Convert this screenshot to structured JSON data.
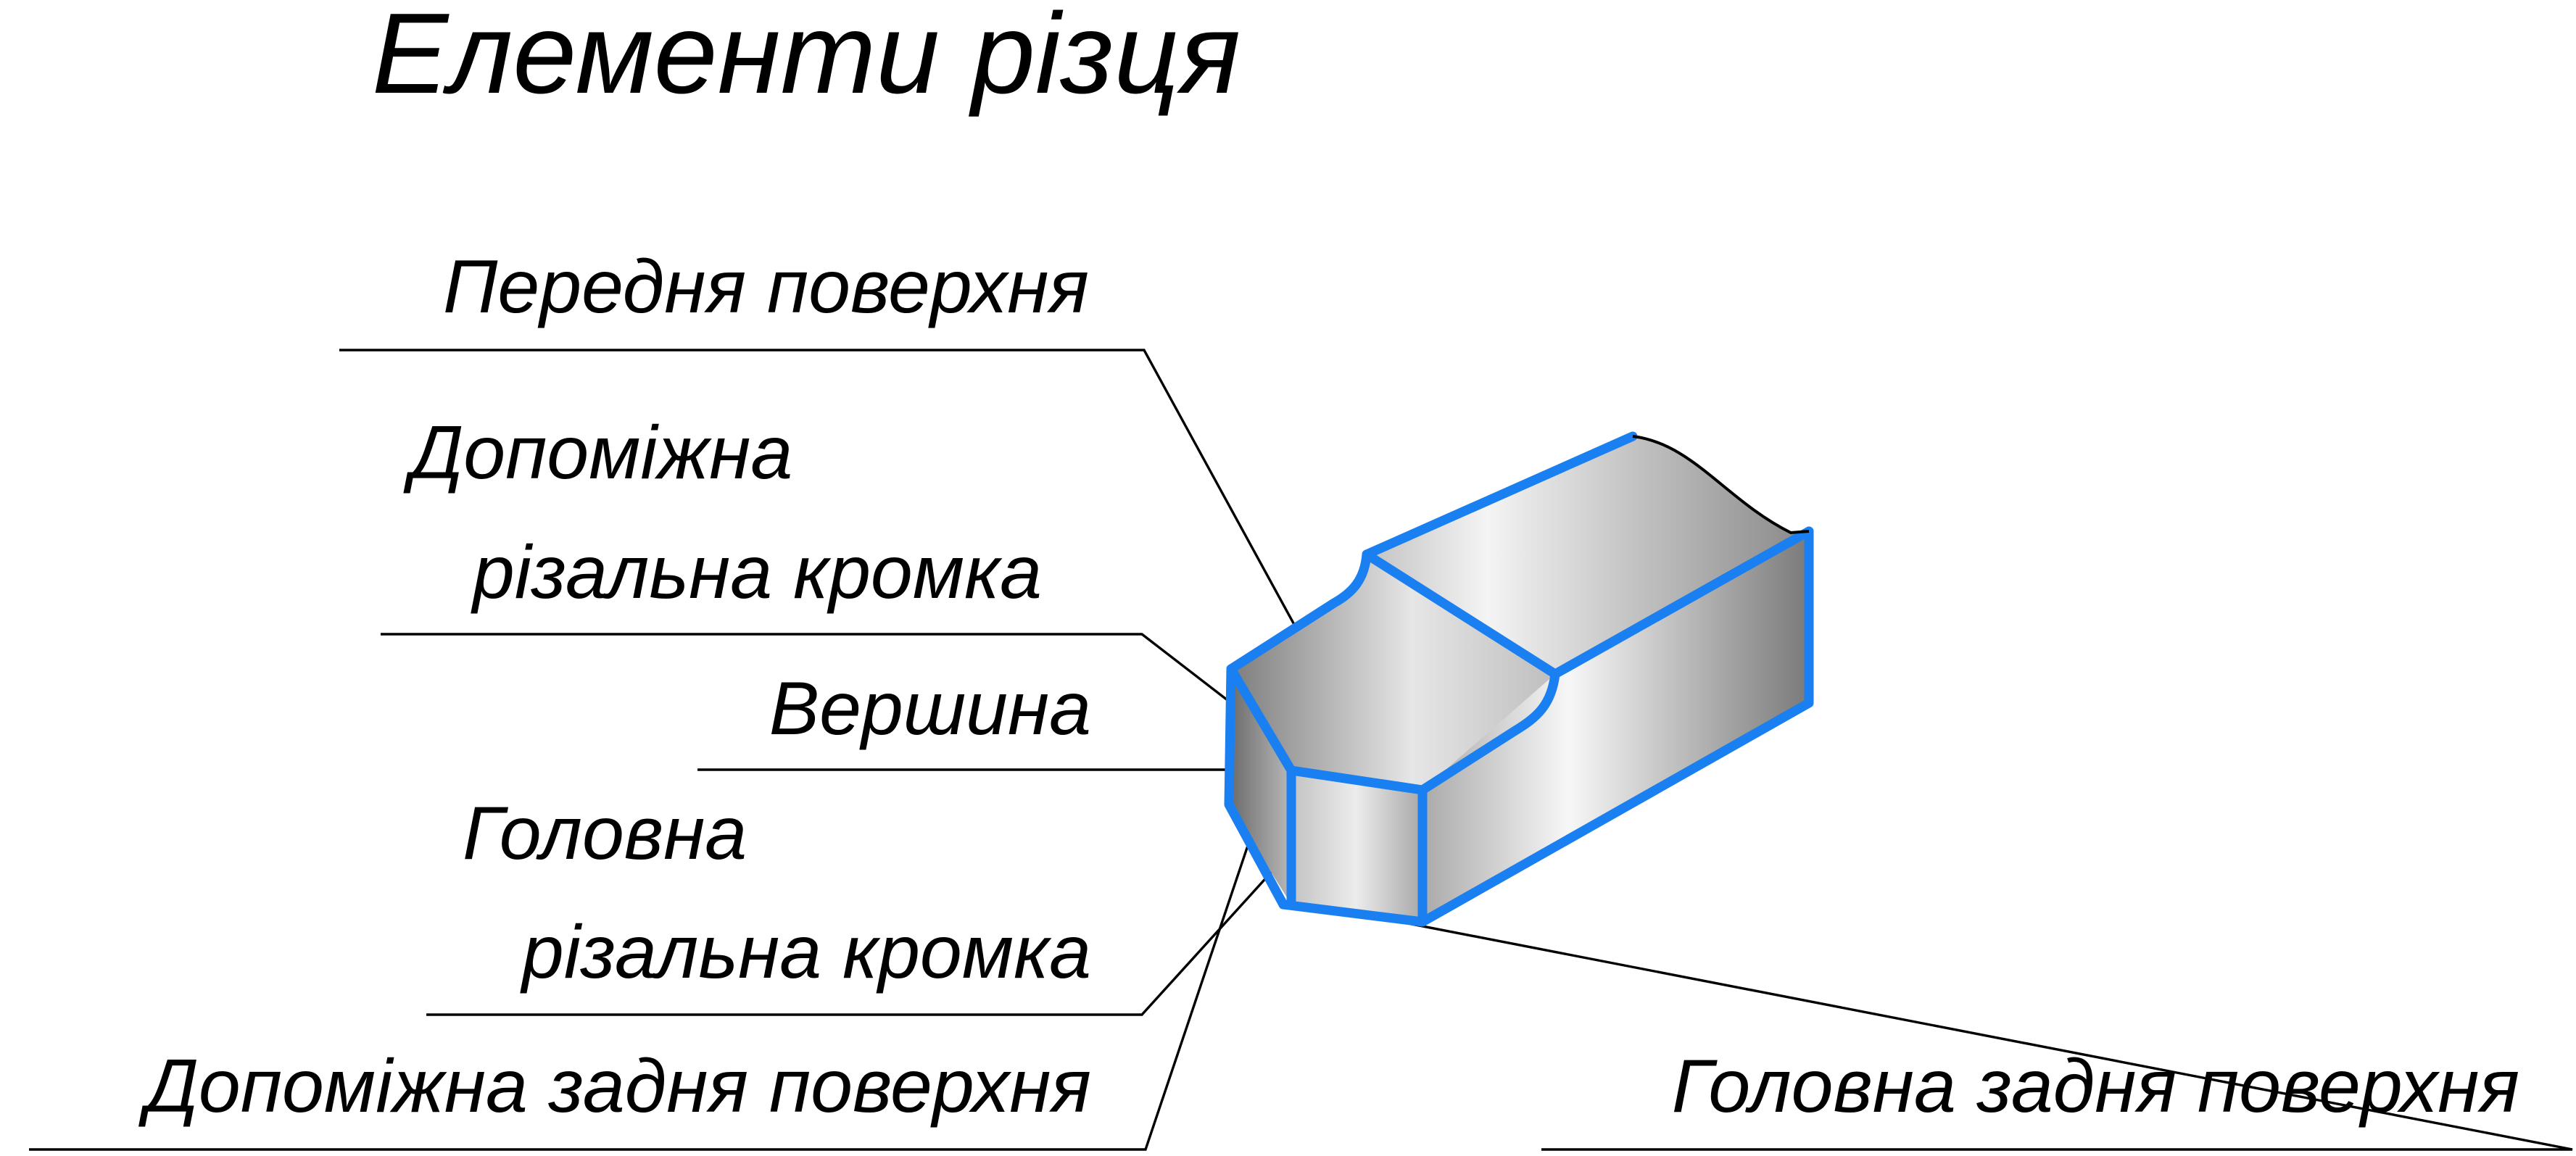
{
  "title": "Елементи різця",
  "labels": {
    "rake_face": "Передня поверхня",
    "minor_cutting_edge_line1": "Допоміжна",
    "minor_cutting_edge_line2": "різальна кромка",
    "tool_tip": "Вершина",
    "major_cutting_edge_line1": "Головна",
    "major_cutting_edge_line2": "різальна кромка",
    "minor_flank": "Допоміжна задня поверхня",
    "major_flank": "Головна задня поверхня"
  },
  "colors": {
    "edge_highlight": "#1a7ff0",
    "leader_line": "#000000",
    "text": "#000000",
    "background": "#ffffff"
  }
}
